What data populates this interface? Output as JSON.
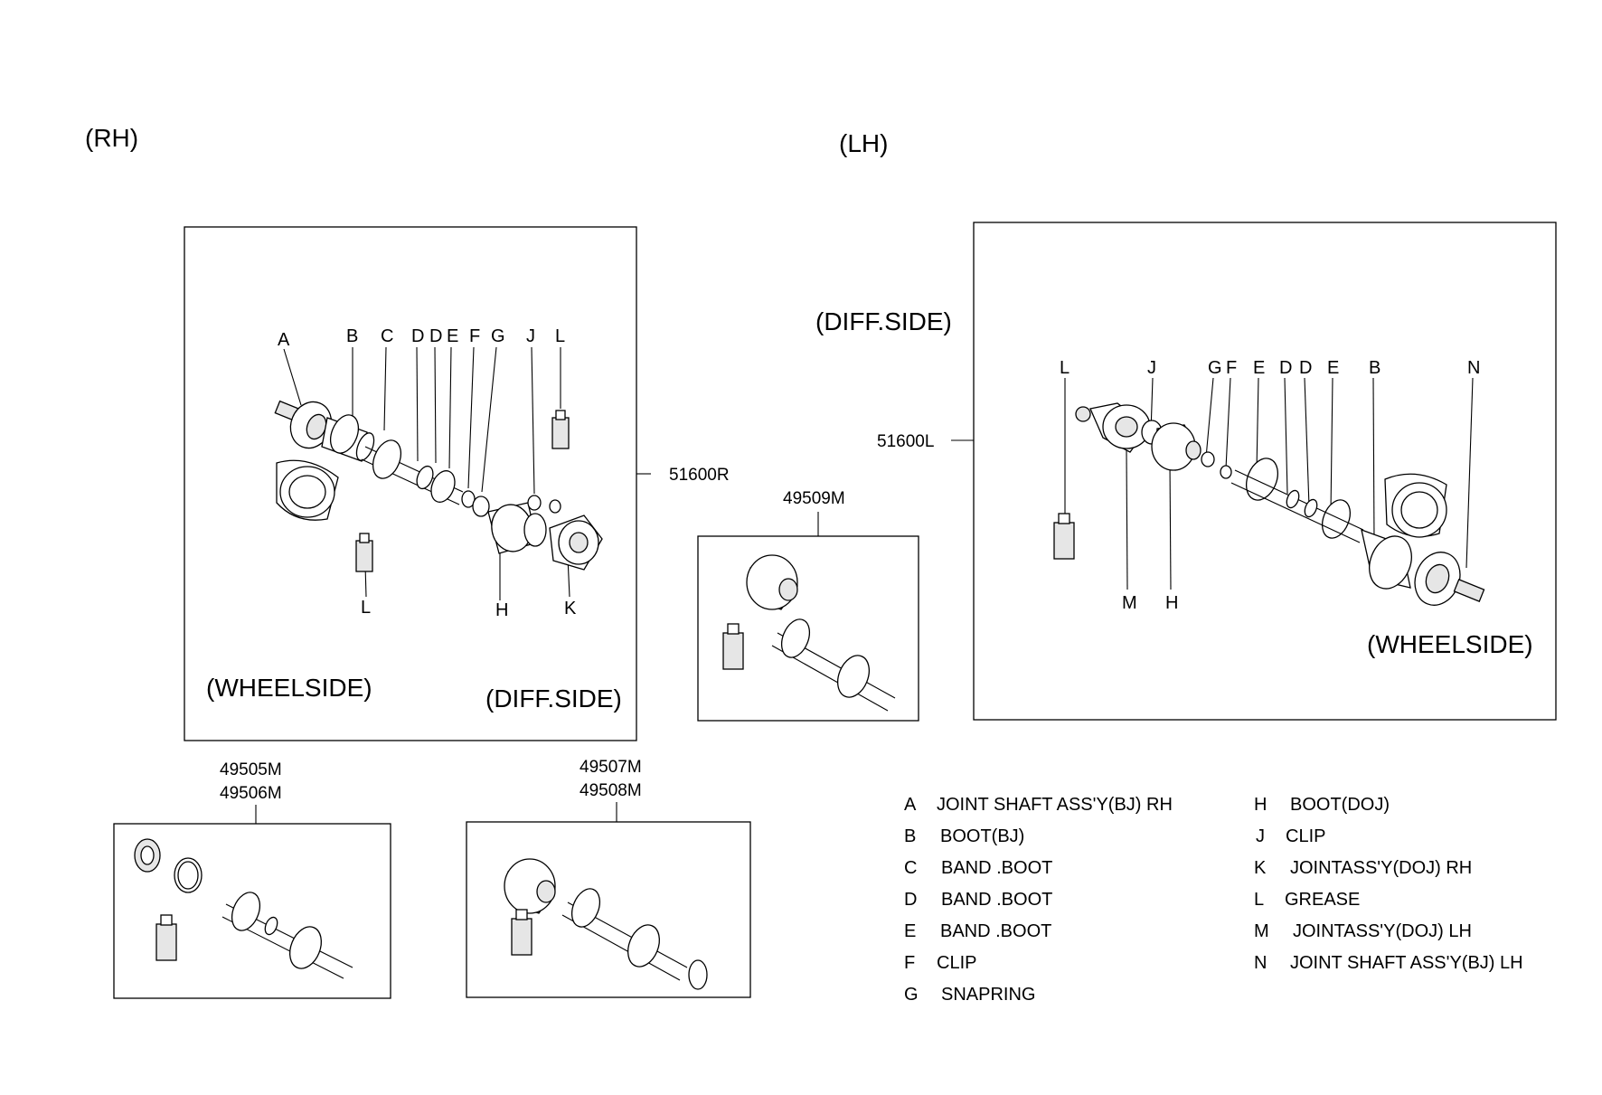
{
  "headers": {
    "rh": "(RH)",
    "lh": "(LH)"
  },
  "rh_panel": {
    "part_number": "51600R",
    "wheel_side": "(WHEELSIDE)",
    "diff_side": "(DIFF.SIDE)",
    "labels": [
      "A",
      "B",
      "C",
      "D",
      "D",
      "E",
      "F",
      "G",
      "J",
      "L",
      "L",
      "H",
      "K"
    ]
  },
  "lh_panel": {
    "part_number": "51600L",
    "diff_side": "(DIFF.SIDE)",
    "wheel_side": "(WHEELSIDE)",
    "labels": [
      "L",
      "J",
      "G",
      "F",
      "E",
      "D",
      "D",
      "E",
      "B",
      "N",
      "M",
      "H"
    ]
  },
  "kits": [
    {
      "numbers": [
        "49505M",
        "49506M"
      ]
    },
    {
      "numbers": [
        "49507M",
        "49508M"
      ]
    },
    {
      "numbers": [
        "49509M"
      ]
    }
  ],
  "legend_left": [
    {
      "letter": "A",
      "text": "JOINT SHAFT  ASS'Y(BJ) RH"
    },
    {
      "letter": "B",
      "text": "BOOT(BJ)"
    },
    {
      "letter": "C",
      "text": "BAND .BOOT"
    },
    {
      "letter": "D",
      "text": "BAND .BOOT"
    },
    {
      "letter": "E",
      "text": "BAND .BOOT"
    },
    {
      "letter": "F",
      "text": "CLIP"
    },
    {
      "letter": "G",
      "text": "SNAPRING"
    }
  ],
  "legend_right": [
    {
      "letter": "H",
      "text": "BOOT(DOJ)"
    },
    {
      "letter": "J",
      "text": "CLIP"
    },
    {
      "letter": "K",
      "text": "JOINTASS'Y(DOJ) RH"
    },
    {
      "letter": "L",
      "text": "GREASE"
    },
    {
      "letter": "M",
      "text": "JOINTASS'Y(DOJ) LH"
    },
    {
      "letter": "N",
      "text": "JOINT SHAFT  ASS'Y(BJ) LH"
    }
  ]
}
